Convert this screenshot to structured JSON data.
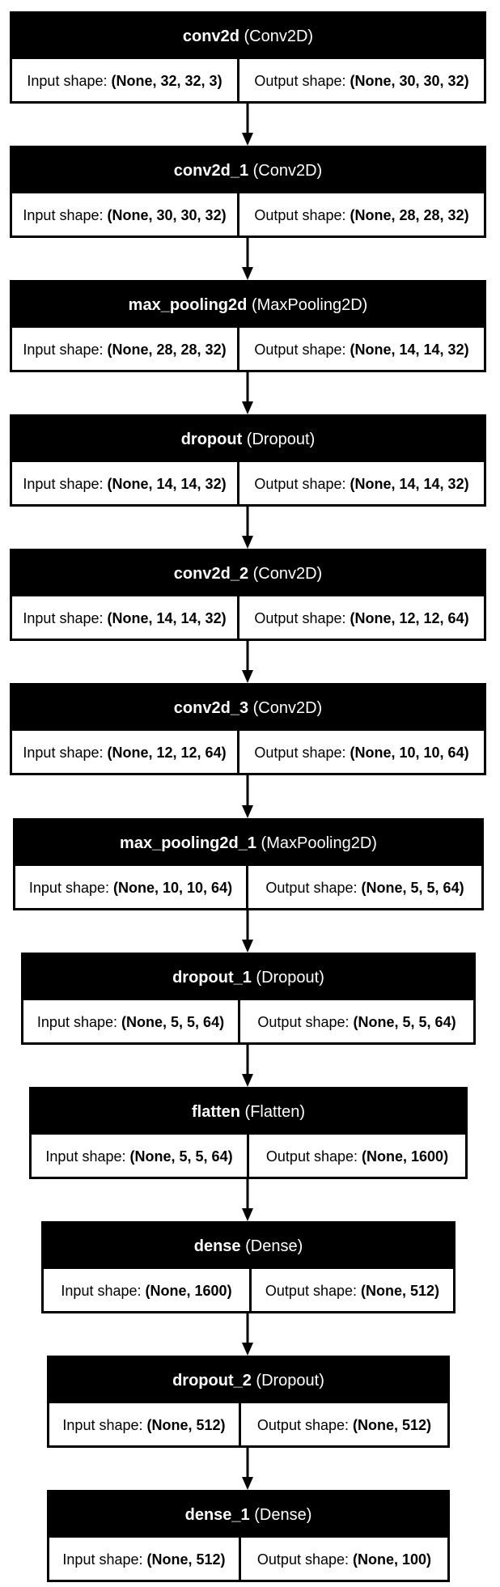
{
  "diagram": {
    "labels": {
      "input": "Input shape:",
      "output": "Output shape:"
    },
    "layers": [
      {
        "name": "conv2d",
        "type": "(Conv2D)",
        "input": "(None, 32, 32, 3)",
        "output": "(None, 30, 30, 32)"
      },
      {
        "name": "conv2d_1",
        "type": "(Conv2D)",
        "input": "(None, 30, 30, 32)",
        "output": "(None, 28, 28, 32)"
      },
      {
        "name": "max_pooling2d",
        "type": "(MaxPooling2D)",
        "input": "(None, 28, 28, 32)",
        "output": "(None, 14, 14, 32)"
      },
      {
        "name": "dropout",
        "type": "(Dropout)",
        "input": "(None, 14, 14, 32)",
        "output": "(None, 14, 14, 32)"
      },
      {
        "name": "conv2d_2",
        "type": "(Conv2D)",
        "input": "(None, 14, 14, 32)",
        "output": "(None, 12, 12, 64)"
      },
      {
        "name": "conv2d_3",
        "type": "(Conv2D)",
        "input": "(None, 12, 12, 64)",
        "output": "(None, 10, 10, 64)"
      },
      {
        "name": "max_pooling2d_1",
        "type": "(MaxPooling2D)",
        "input": "(None, 10, 10, 64)",
        "output": "(None, 5, 5, 64)"
      },
      {
        "name": "dropout_1",
        "type": "(Dropout)",
        "input": "(None, 5, 5, 64)",
        "output": "(None, 5, 5, 64)"
      },
      {
        "name": "flatten",
        "type": "(Flatten)",
        "input": "(None, 5, 5, 64)",
        "output": "(None, 1600)"
      },
      {
        "name": "dense",
        "type": "(Dense)",
        "input": "(None, 1600)",
        "output": "(None, 512)"
      },
      {
        "name": "dropout_2",
        "type": "(Dropout)",
        "input": "(None, 512)",
        "output": "(None, 512)"
      },
      {
        "name": "dense_1",
        "type": "(Dense)",
        "input": "(None, 512)",
        "output": "(None, 100)"
      }
    ]
  }
}
